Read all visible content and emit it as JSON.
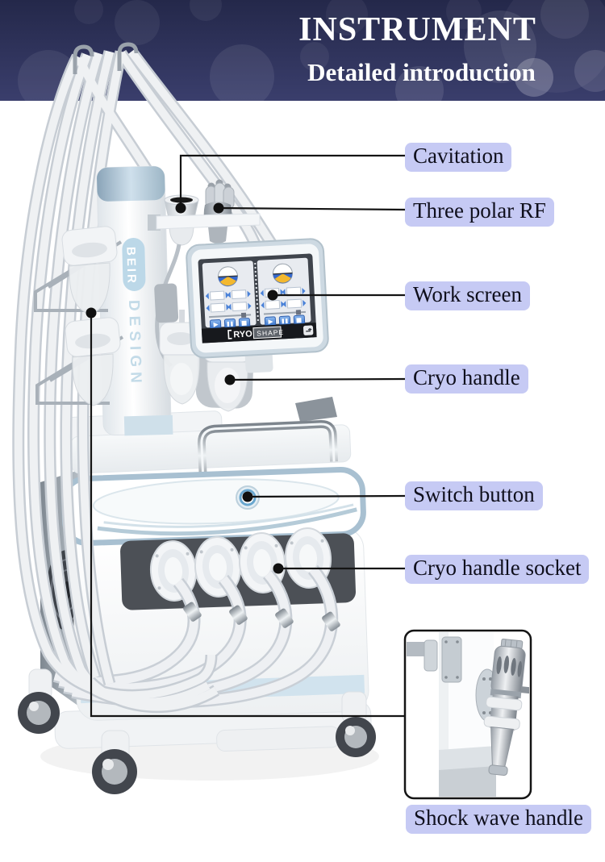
{
  "header": {
    "title": "INSTRUMENT",
    "subtitle": "Detailed introduction",
    "background_color": "#2c2f57",
    "text_color": "#ffffff"
  },
  "callouts": [
    {
      "label": "Cavitation"
    },
    {
      "label": "Three polar RF"
    },
    {
      "label": "Work screen"
    },
    {
      "label": "Cryo handle"
    },
    {
      "label": "Switch button"
    },
    {
      "label": "Cryo handle socket"
    },
    {
      "label": "Shock wave handle"
    }
  ],
  "machine": {
    "column_brand_line1": "BEIR",
    "column_brand_line2": "DESIGN",
    "screen": {
      "logo_part1": "RYO",
      "logo_part2": "SHAPE",
      "corner_icon": "return-arrow-icon"
    }
  },
  "colors": {
    "label_bg": "#c6caf4",
    "label_text": "#0f0f1c",
    "callout_line": "#141414",
    "accent_blue_trim": "#a8c0d1",
    "machine_white": "#f3f5f7",
    "socket_panel_dark": "#4c5056",
    "screen_dark": "#3f444c",
    "logo_ball_blue": "#3668cc",
    "logo_ball_yellow": "#f3b82f"
  }
}
